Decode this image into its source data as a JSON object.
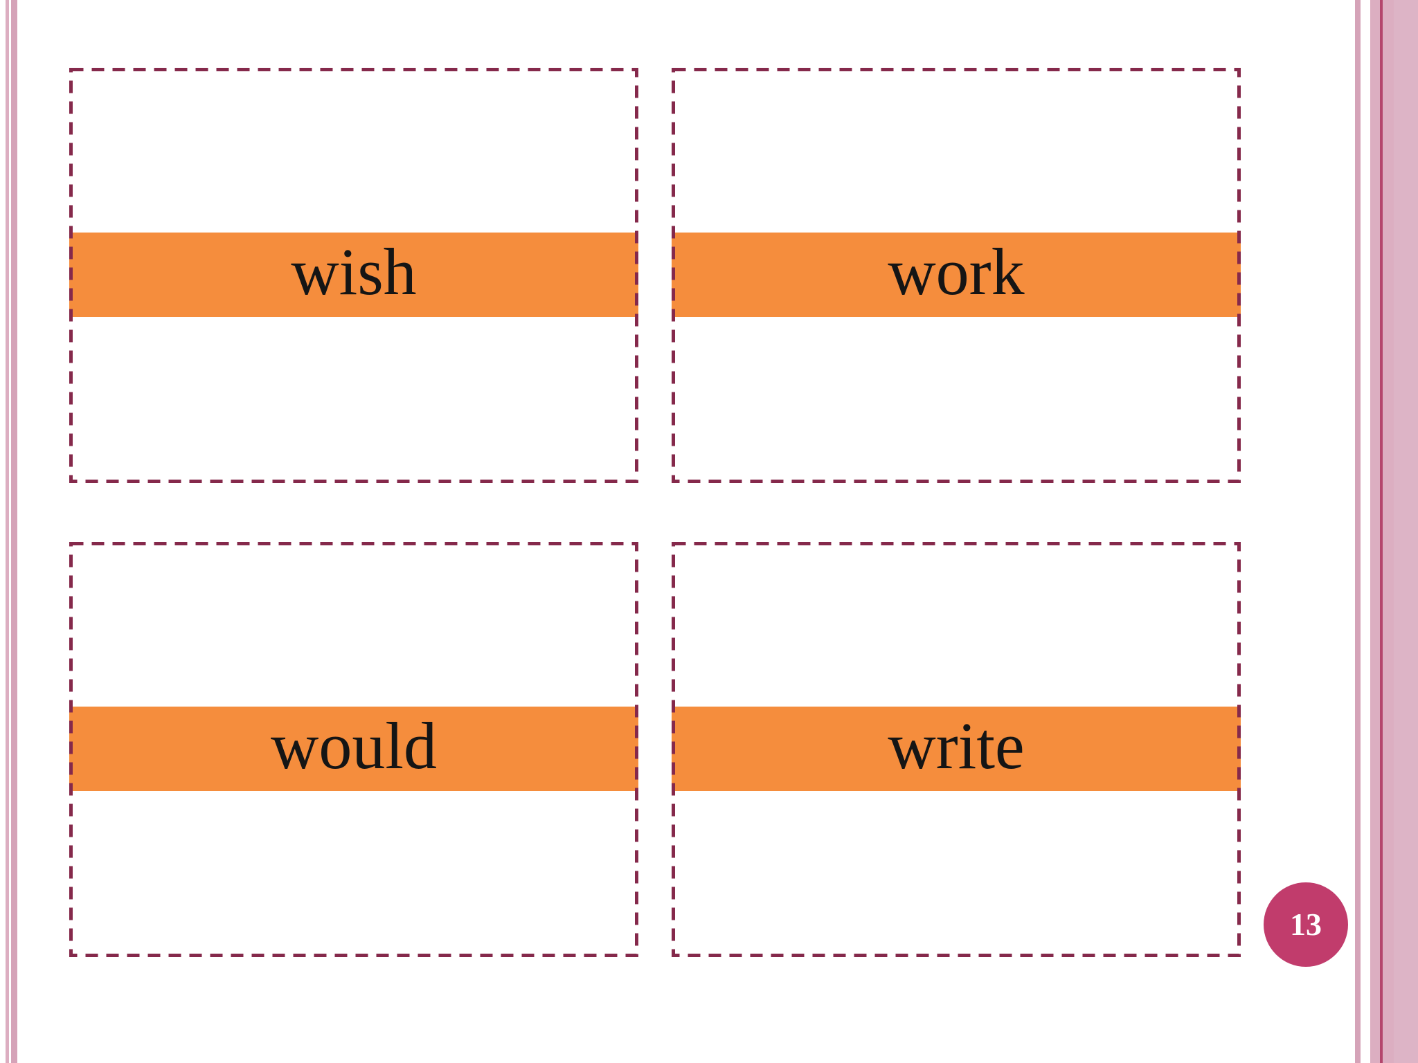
{
  "slide": {
    "page_number": "13",
    "cards": [
      {
        "word": "wish"
      },
      {
        "word": "work"
      },
      {
        "word": "would"
      },
      {
        "word": "write"
      }
    ],
    "colors": {
      "slide_bg": "#FFFFFF",
      "card_band": "#F58D3D",
      "card_dash": "#85294B",
      "word_text": "#151515",
      "badge_bg": "#C13C6C",
      "badge_text": "#FFFFFF",
      "stripe_pink": "#D5A3B8",
      "stripe_pink_light": "#DCAEC1",
      "stripe_pink_pale": "#DDB4C6",
      "stripe_crimson": "#B4466D"
    }
  }
}
